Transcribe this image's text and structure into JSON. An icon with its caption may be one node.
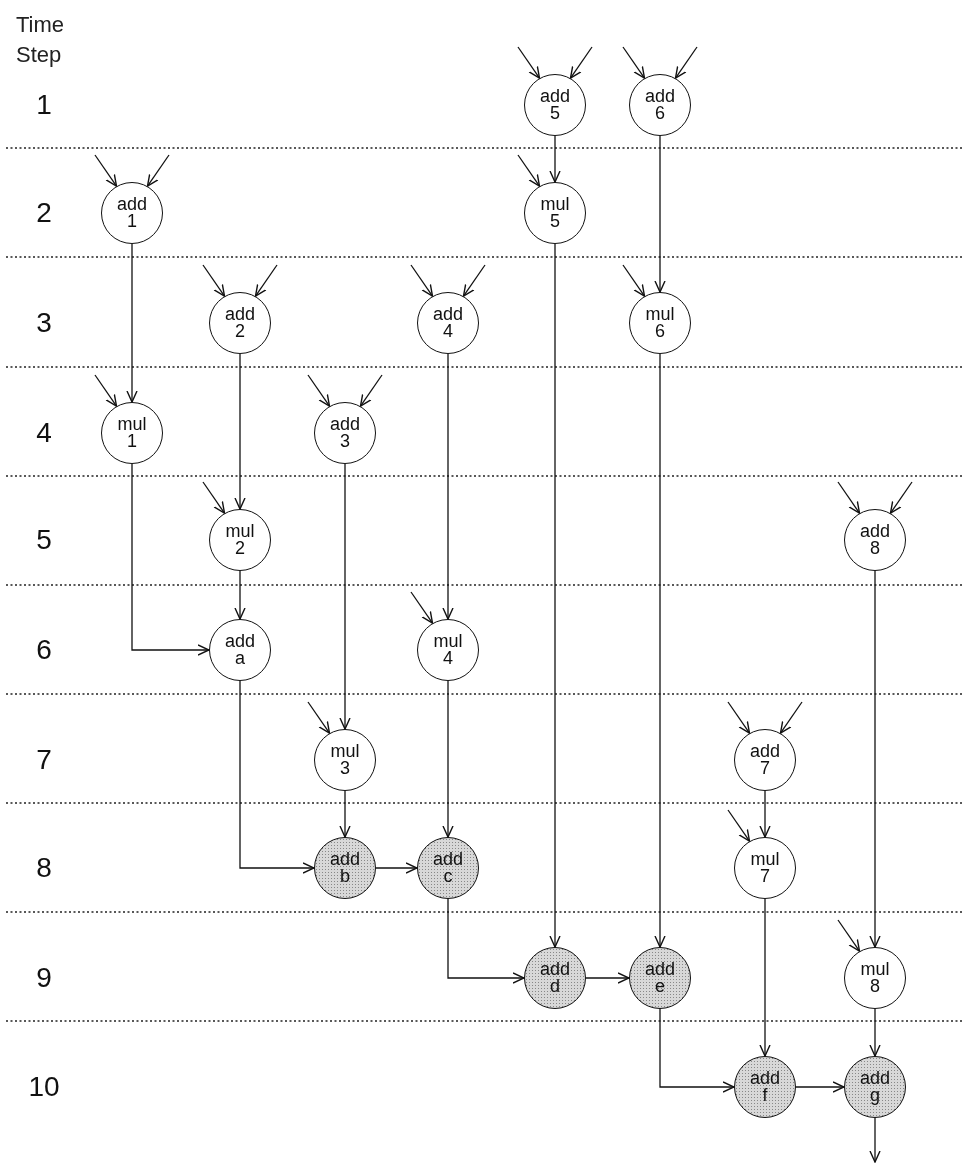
{
  "diagram": {
    "nodes": [
      {
        "text": [
          "add",
          "5"
        ]
      },
      {
        "text": [
          "add",
          "6"
        ]
      },
      {
        "text": [
          "add",
          "1"
        ]
      },
      {
        "text": [
          "mul",
          "5"
        ]
      },
      {
        "text": [
          "add",
          "2"
        ]
      },
      {
        "text": [
          "add",
          "4"
        ]
      },
      {
        "text": [
          "mul",
          "6"
        ]
      },
      {
        "text": [
          "mul",
          "1"
        ]
      },
      {
        "text": [
          "add",
          "3"
        ]
      },
      {
        "text": [
          "mul",
          "2"
        ]
      },
      {
        "text": [
          "add",
          "8"
        ]
      },
      {
        "text": [
          "add",
          "a"
        ]
      },
      {
        "text": [
          "mul",
          "4"
        ]
      },
      {
        "text": [
          "mul",
          "3"
        ]
      },
      {
        "text": [
          "add",
          "7"
        ]
      },
      {
        "text": [
          "add",
          "b"
        ]
      },
      {
        "text": [
          "add",
          "c"
        ]
      },
      {
        "text": [
          "mul",
          "7"
        ]
      },
      {
        "text": [
          "add",
          "d"
        ]
      },
      {
        "text": [
          "add",
          "e"
        ]
      },
      {
        "text": [
          "mul",
          "8"
        ]
      },
      {
        "text": [
          "add",
          "f"
        ]
      },
      {
        "text": [
          "add",
          "g"
        ]
      }
    ],
    "edges": [
      {
        "from": 0,
        "to": 3,
        "arrow": "to"
      },
      {
        "from": 1,
        "to": 6,
        "arrow": "to"
      },
      {
        "from": 2,
        "to": 7,
        "arrow": "to"
      },
      {
        "from": 4,
        "to": 9,
        "arrow": "to"
      },
      {
        "from": 5,
        "to": 12,
        "arrow": "to"
      },
      {
        "from": 8,
        "to": 13,
        "arrow": "to"
      },
      {
        "from": 7,
        "to": 11,
        "arrow": "to"
      },
      {
        "from": 9,
        "to": 11,
        "arrow": "to"
      },
      {
        "from": 11,
        "to": 15,
        "arrow": "to"
      },
      {
        "from": 13,
        "to": 15,
        "arrow": "to"
      },
      {
        "from": 15,
        "to": 16,
        "arrow": "to"
      },
      {
        "from": 12,
        "to": 16,
        "arrow": "to"
      },
      {
        "from": 16,
        "to": 18,
        "arrow": "to"
      },
      {
        "from": 3,
        "to": 18,
        "arrow": "to"
      },
      {
        "from": 18,
        "to": 19,
        "arrow": "to"
      },
      {
        "from": 6,
        "to": 19,
        "arrow": "to"
      },
      {
        "from": 19,
        "to": 21,
        "arrow": "to"
      },
      {
        "from": 14,
        "to": 17,
        "arrow": "to"
      },
      {
        "from": 17,
        "to": 21,
        "arrow": "to"
      },
      {
        "from": 10,
        "to": 20,
        "arrow": "to"
      },
      {
        "from": 20,
        "to": 22,
        "arrow": "to"
      },
      {
        "from": 21,
        "to": 22,
        "arrow": "to"
      },
      {
        "from": 22,
        "to": null,
        "arrow": "to"
      },
      {
        "from": null,
        "to": 0,
        "arrow": "to"
      },
      {
        "from": null,
        "to": 0,
        "arrow": "to"
      },
      {
        "from": null,
        "to": 1,
        "arrow": "to"
      },
      {
        "from": null,
        "to": 1,
        "arrow": "to"
      },
      {
        "from": null,
        "to": 2,
        "arrow": "to"
      },
      {
        "from": null,
        "to": 2,
        "arrow": "to"
      },
      {
        "from": null,
        "to": 3,
        "arrow": "to"
      },
      {
        "from": null,
        "to": 4,
        "arrow": "to"
      },
      {
        "from": null,
        "to": 4,
        "arrow": "to"
      },
      {
        "from": null,
        "to": 5,
        "arrow": "to"
      },
      {
        "from": null,
        "to": 5,
        "arrow": "to"
      },
      {
        "from": null,
        "to": 6,
        "arrow": "to"
      },
      {
        "from": null,
        "to": 7,
        "arrow": "to"
      },
      {
        "from": null,
        "to": 8,
        "arrow": "to"
      },
      {
        "from": null,
        "to": 8,
        "arrow": "to"
      },
      {
        "from": null,
        "to": 9,
        "arrow": "to"
      },
      {
        "from": null,
        "to": 10,
        "arrow": "to"
      },
      {
        "from": null,
        "to": 10,
        "arrow": "to"
      },
      {
        "from": null,
        "to": 12,
        "arrow": "to"
      },
      {
        "from": null,
        "to": 13,
        "arrow": "to"
      },
      {
        "from": null,
        "to": 14,
        "arrow": "to"
      },
      {
        "from": null,
        "to": 14,
        "arrow": "to"
      },
      {
        "from": null,
        "to": 17,
        "arrow": "to"
      },
      {
        "from": null,
        "to": 20,
        "arrow": "to"
      }
    ],
    "labels": [
      "Time Step",
      "1",
      "2",
      "3",
      "4",
      "5",
      "6",
      "7",
      "8",
      "9",
      "10"
    ]
  }
}
